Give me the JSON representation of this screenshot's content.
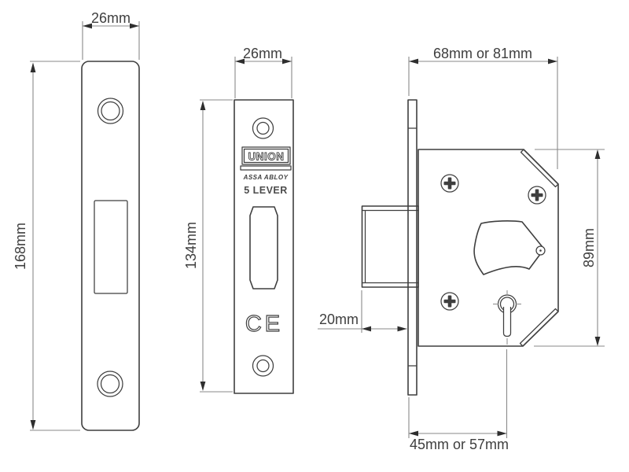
{
  "colors": {
    "background": "#ffffff",
    "object_line": "#3f3f3f",
    "dimension_line": "#8a8a8a",
    "arrow": "#2e2e2e",
    "text": "#3e3e3e"
  },
  "views": {
    "strike_plate": {
      "width_dim": "26mm",
      "height_dim": "168mm"
    },
    "forend": {
      "width_dim": "26mm",
      "height_dim": "134mm",
      "brand": "UNION",
      "brand_sub": "ASSA ABLOY",
      "variant": "5 LEVER",
      "certification": "CE"
    },
    "lock_case": {
      "width_dim": "68mm or 81mm",
      "height_dim": "89mm",
      "bolt_throw_dim": "20mm",
      "backset_dim": "45mm or 57mm"
    }
  }
}
